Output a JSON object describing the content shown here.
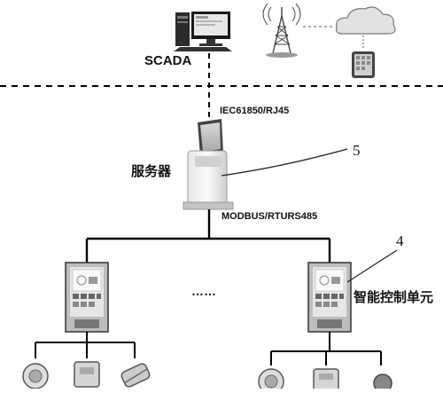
{
  "labels": {
    "scada": "SCADA",
    "iec": "IEC61850/RJ45",
    "server": "服务器",
    "modbus": "MODBUS/RTURS485",
    "dots": "……",
    "control_unit": "智能控制单元",
    "ref_5": "5",
    "ref_4": "4"
  },
  "icons": {
    "computer": "desktop-computer-icon",
    "tower": "radio-tower-icon",
    "cloud": "cloud-icon",
    "tablet": "tablet-icon",
    "server": "server-kiosk-icon",
    "control_unit": "control-panel-icon",
    "sensor": "sensor-device-icon"
  }
}
